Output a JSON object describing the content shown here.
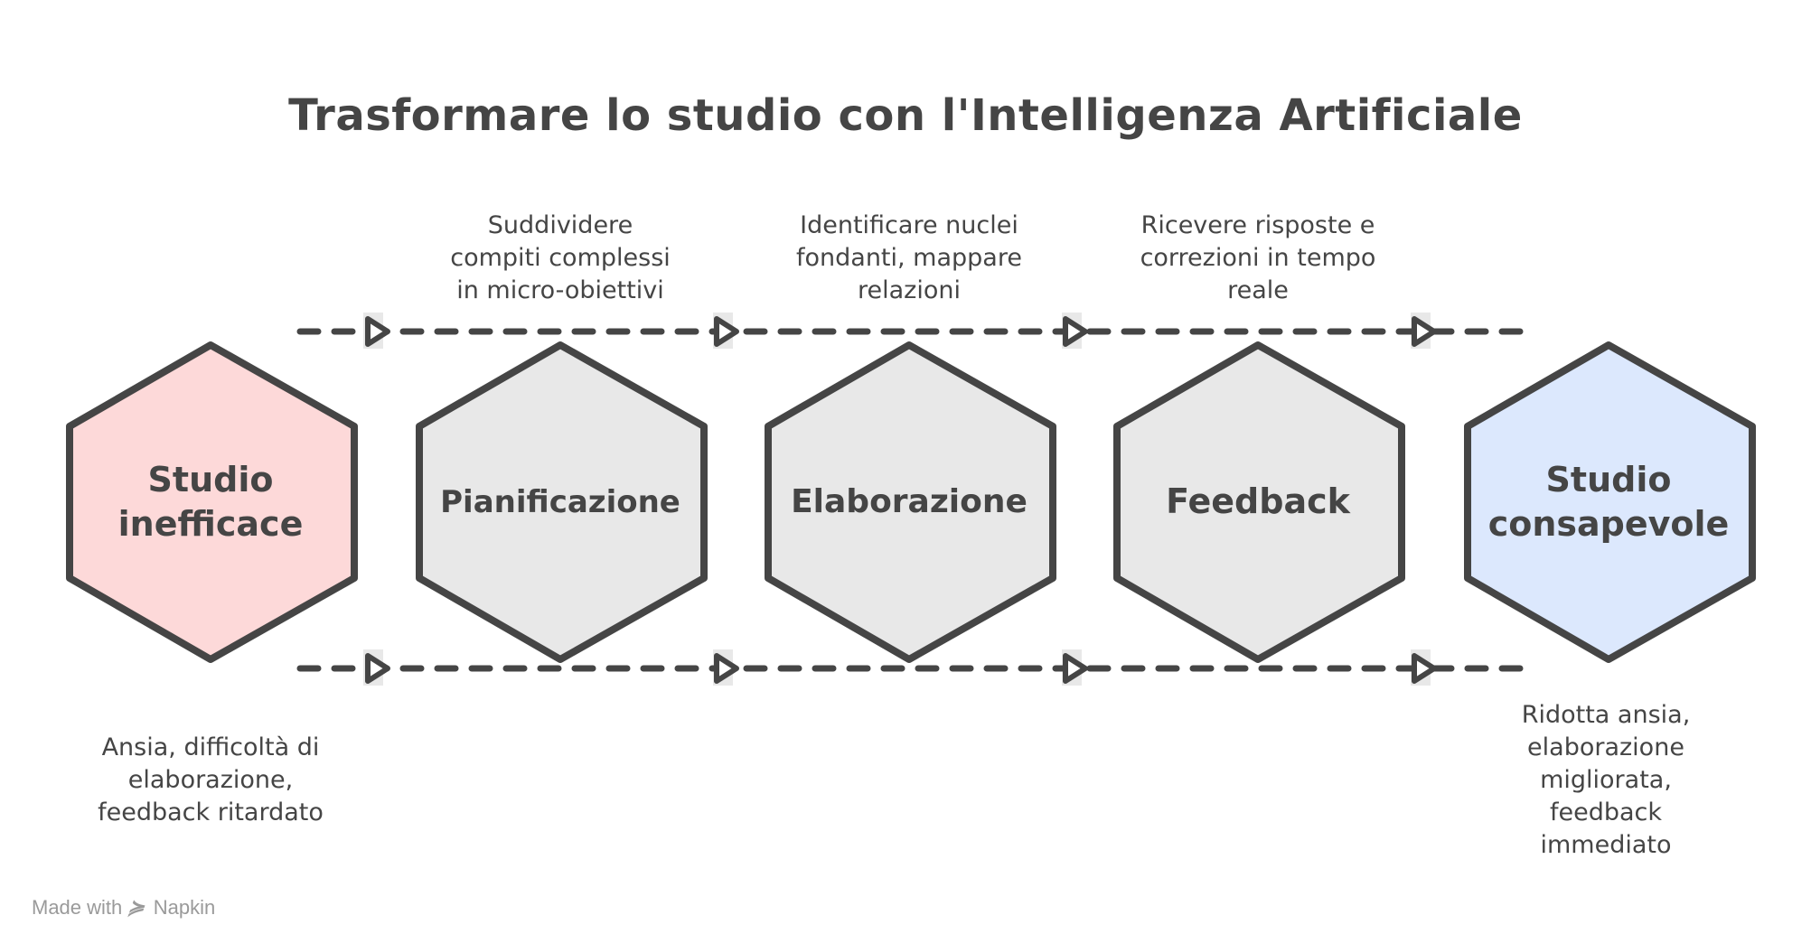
{
  "title": "Trasformare lo studio con l'Intelligenza Artificiale",
  "states": {
    "start": {
      "label": "Studio\ninefficace",
      "desc": "Ansia, difficoltà di\nelaborazione,\nfeedback ritardato",
      "fill": "#fdd9d9"
    },
    "end": {
      "label": "Studio\nconsapevole",
      "desc": "Ridotta ansia,\nelaborazione\nmigliorata,\nfeedback\nimmediato",
      "fill": "#dce8fd"
    }
  },
  "steps": [
    {
      "label": "Pianificazione",
      "desc": "Suddividere\ncompiti complessi\nin micro-obiettivi",
      "fill": "#e8e8e8"
    },
    {
      "label": "Elaborazione",
      "desc": "Identificare nuclei\nfondanti, mappare\nrelazioni",
      "fill": "#e8e8e8"
    },
    {
      "label": "Feedback",
      "desc": "Ricevere risposte e\ncorrezioni in tempo\nreale",
      "fill": "#e8e8e8"
    }
  ],
  "colors": {
    "stroke": "#454545",
    "arrow_highlight": "#e8e8e8",
    "text": "#454545"
  },
  "footer": {
    "prefix": "Made with",
    "logo_icon": "napkin-logo-icon",
    "brand": "Napkin"
  }
}
